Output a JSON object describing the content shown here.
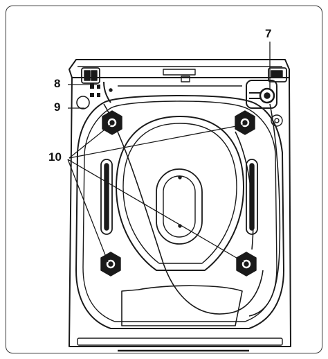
{
  "figure": {
    "subject": "washing-machine-rear-panel",
    "callouts": {
      "seven": "7",
      "eight": "8",
      "nine": "9",
      "ten": "10"
    },
    "line_color": "#1a1a1a"
  }
}
